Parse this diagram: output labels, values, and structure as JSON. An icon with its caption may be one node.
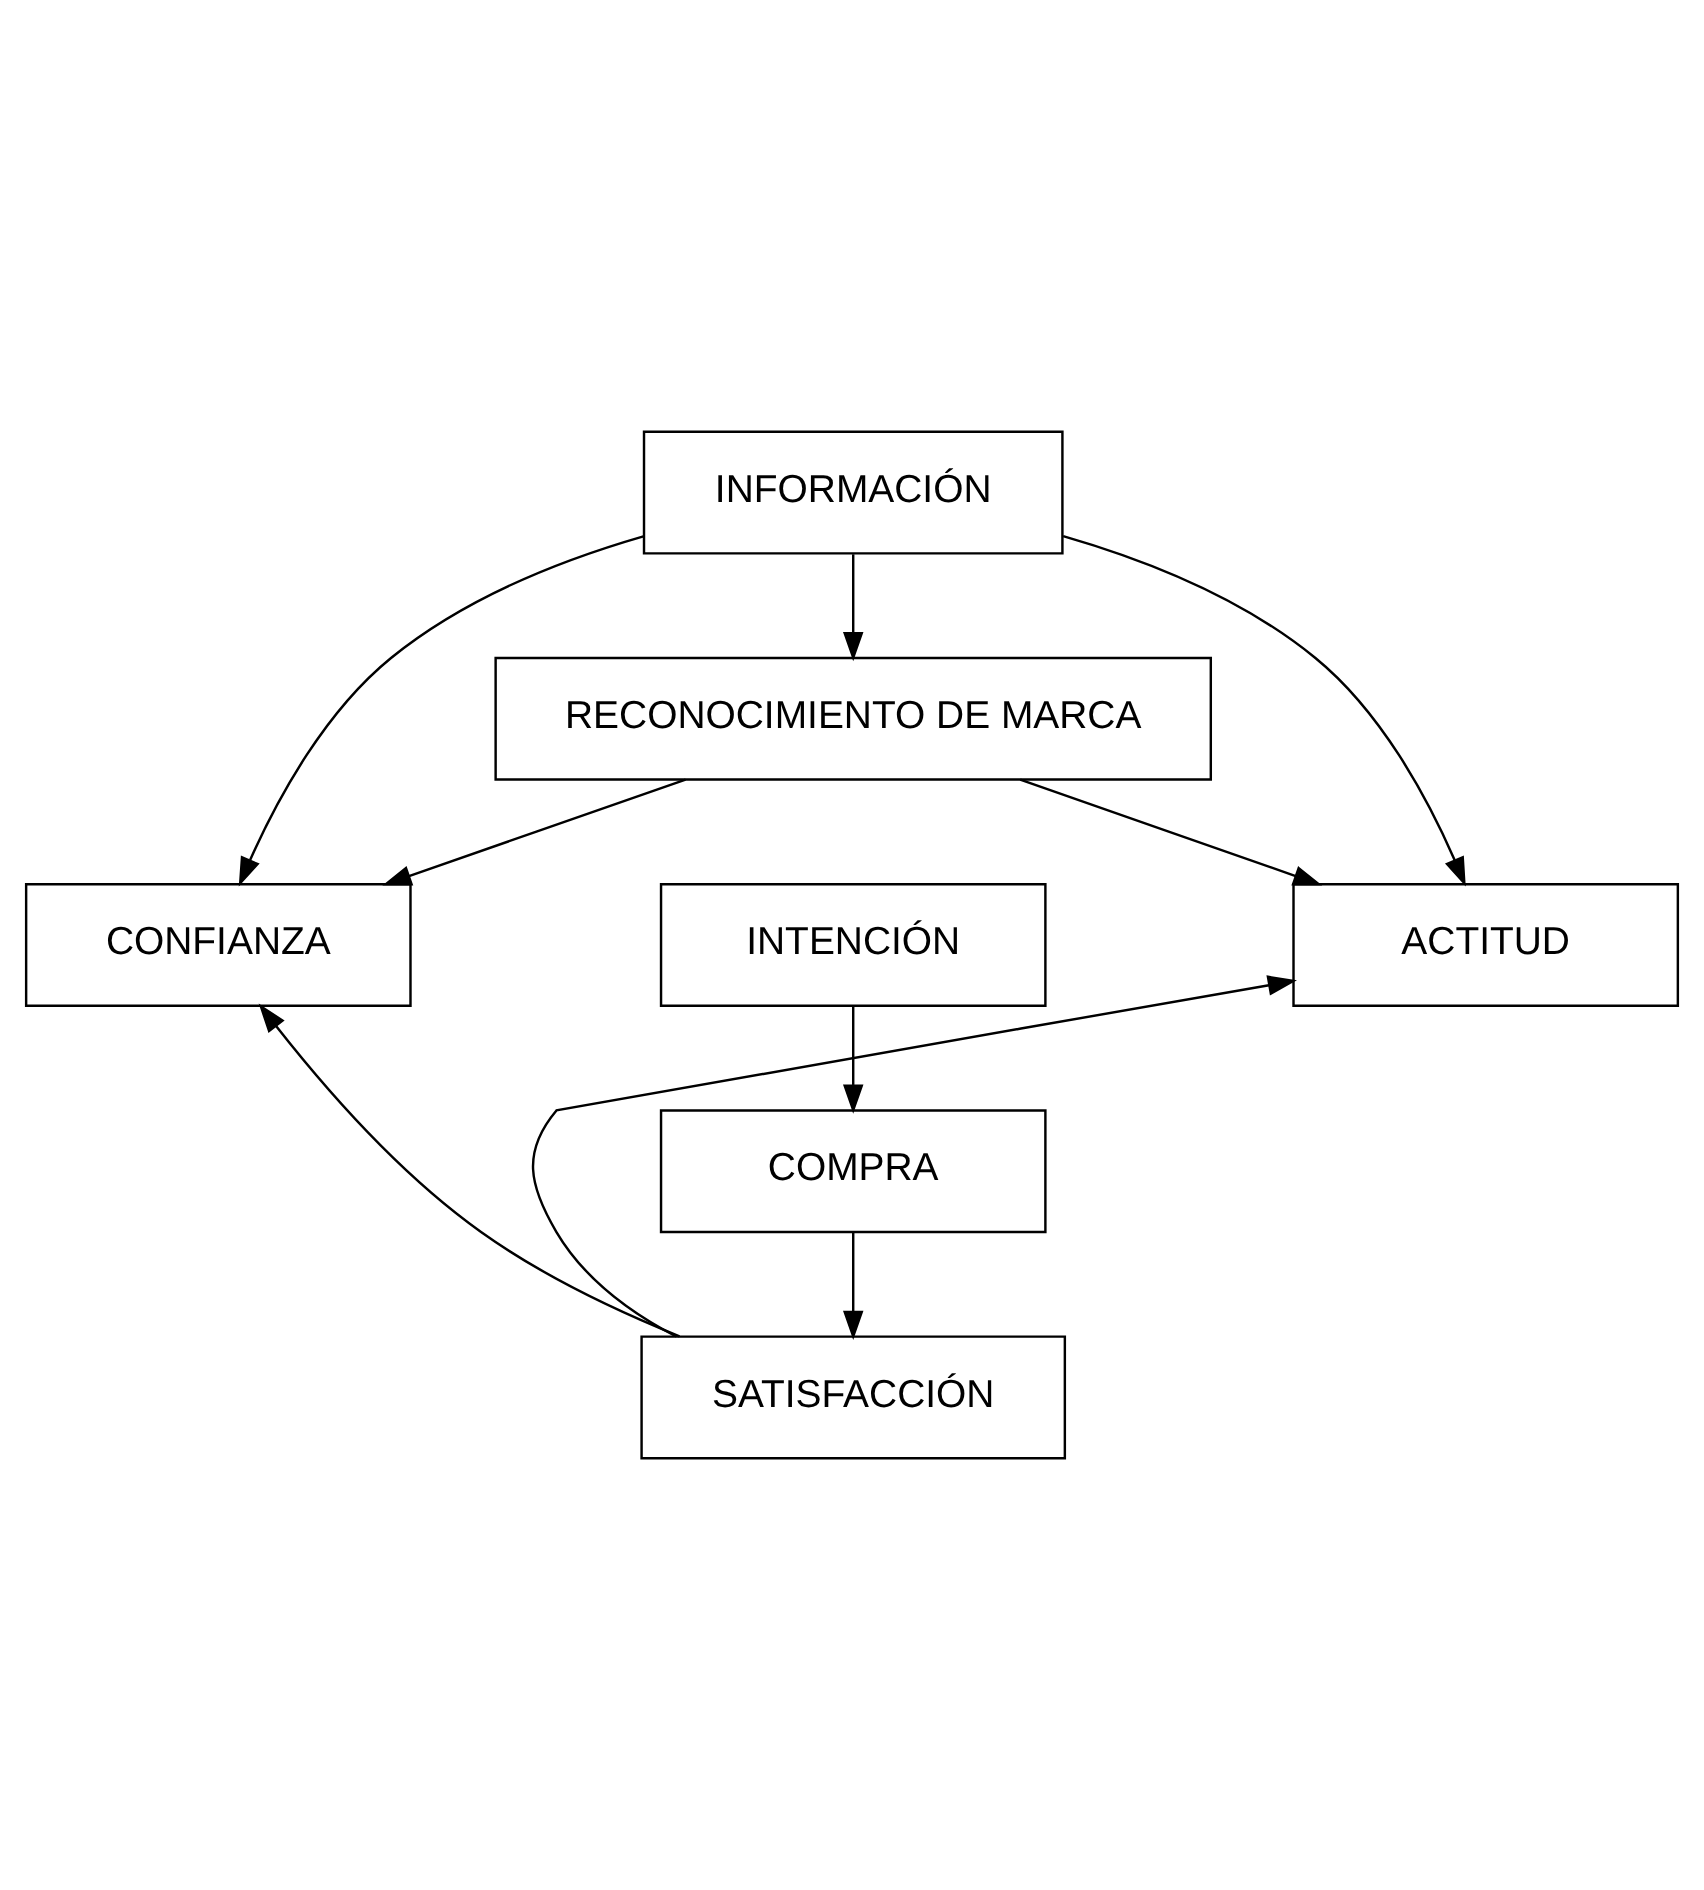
{
  "diagram": {
    "nodes": [
      {
        "text": [
          "INFORMACIÓN"
        ]
      },
      {
        "text": [
          "RECONOCIMIENTO DE MARCA"
        ]
      },
      {
        "text": [
          "CONFIANZA"
        ]
      },
      {
        "text": [
          "ACTITUD"
        ]
      },
      {
        "text": [
          "INTENCIÓN"
        ]
      },
      {
        "text": [
          "COMPRA"
        ]
      },
      {
        "text": [
          "SATISFACCIÓN"
        ]
      }
    ],
    "edges": [
      {
        "from": 0,
        "to": 1,
        "arrow": "to"
      },
      {
        "from": 0,
        "to": 2,
        "arrow": "to"
      },
      {
        "from": 0,
        "to": 3,
        "arrow": "to"
      },
      {
        "from": 1,
        "to": 2,
        "arrow": "to"
      },
      {
        "from": 1,
        "to": 3,
        "arrow": "to"
      },
      {
        "from": 4,
        "to": 5,
        "arrow": "to"
      },
      {
        "from": 5,
        "to": 6,
        "arrow": "to"
      },
      {
        "from": 6,
        "to": 2,
        "arrow": "to"
      },
      {
        "from": 6,
        "to": 3,
        "arrow": "to"
      }
    ]
  }
}
